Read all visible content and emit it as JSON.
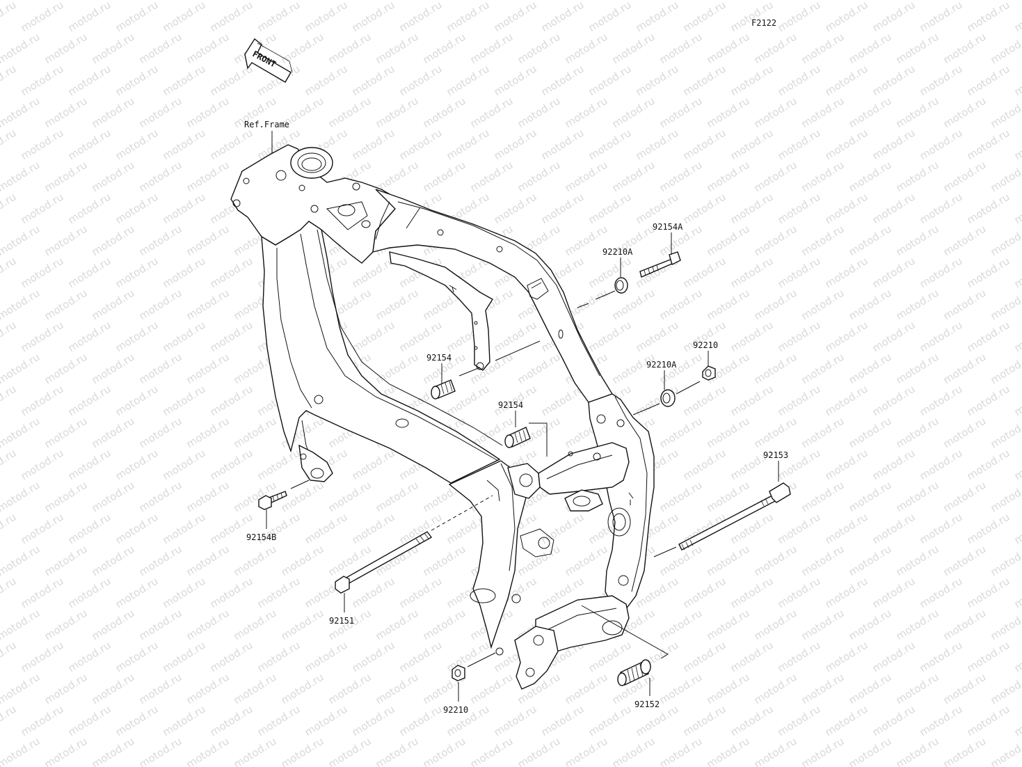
{
  "diagram": {
    "code": "F2122",
    "front_label": "FRONT",
    "ref_label": "Ref.Frame",
    "watermark": "motod.ru"
  },
  "parts": {
    "p92154A": "92154A",
    "p92210A_top": "92210A",
    "p92154_upper": "92154",
    "p92210_right": "92210",
    "p92210A_mid": "92210A",
    "p92154_mid": "92154",
    "p92153": "92153",
    "p92154B": "92154B",
    "p92151": "92151",
    "p92210_bottom": "92210",
    "p92152": "92152"
  }
}
